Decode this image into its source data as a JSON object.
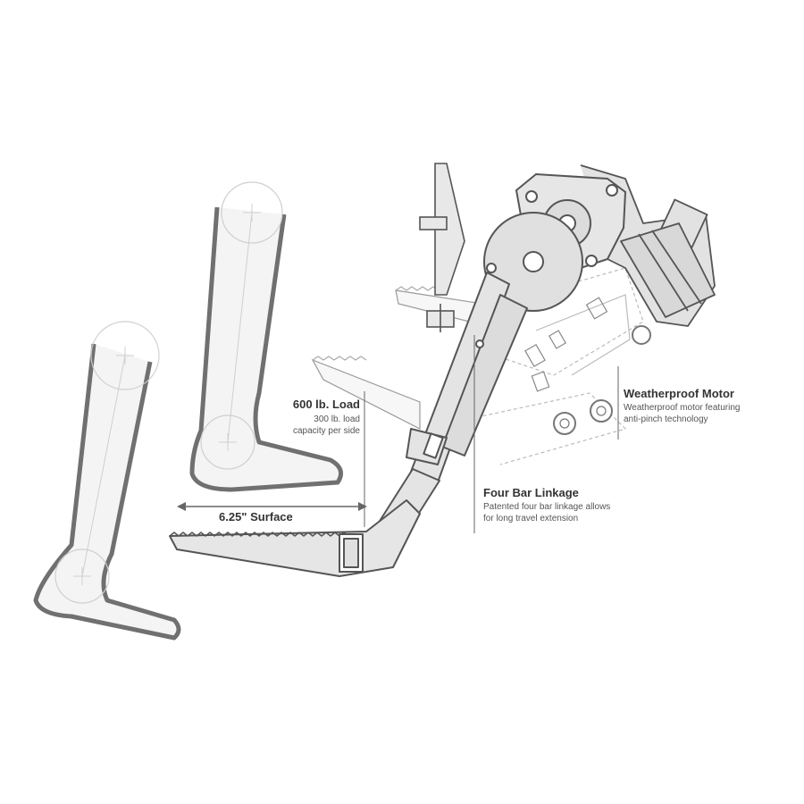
{
  "callouts": {
    "load": {
      "title": "600 lb. Load",
      "line1": "300 lb. load",
      "line2": "capacity per side"
    },
    "surface": {
      "title": "6.25\" Surface"
    },
    "motor": {
      "title": "Weatherproof Motor",
      "line1": "Weatherproof motor featuring",
      "line2": "anti-pinch technology"
    },
    "linkage": {
      "title": "Four Bar Linkage",
      "line1": "Patented four bar linkage allows",
      "line2": "for long travel extension"
    }
  },
  "colors": {
    "outline": "#555555",
    "leg_outline": "#707070",
    "leg_fill": "#f2f2f2",
    "part_fill": "#e6e6e6",
    "ghost_line": "#c8c8c8"
  }
}
